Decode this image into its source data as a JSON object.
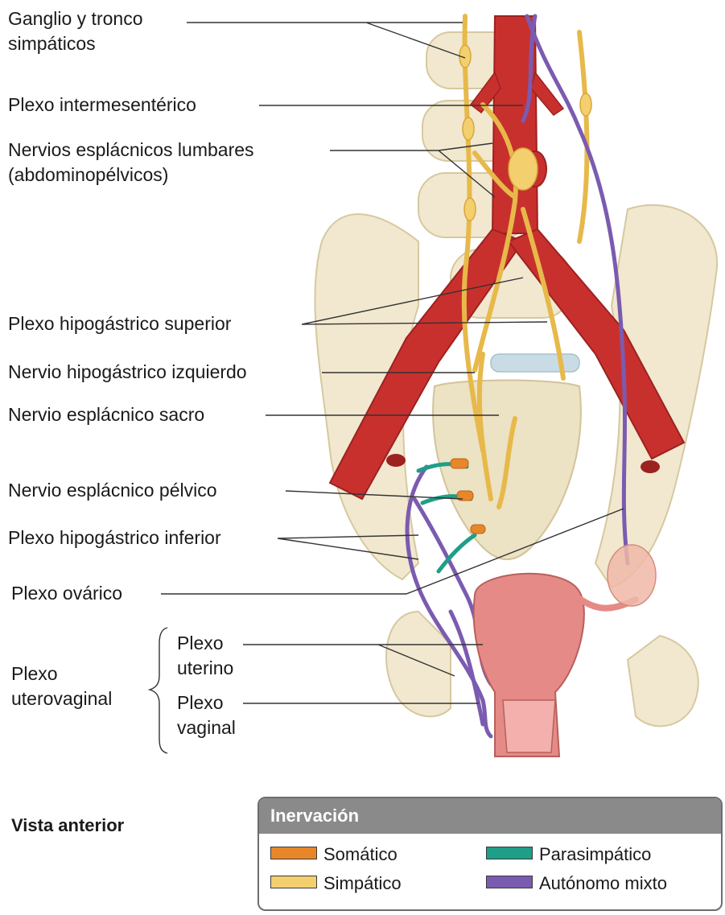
{
  "labels": {
    "ganglio_l1": "Ganglio y tronco",
    "ganglio_l2": "simpáticos",
    "plexo_intermesenterico": "Plexo intermesentérico",
    "nervios_esplacnicos_l1": "Nervios esplácnicos lumbares",
    "nervios_esplacnicos_l2": "(abdominopélvicos)",
    "plexo_hipogastrico_superior": "Plexo hipogástrico superior",
    "nervio_hipogastrico_izquierdo": "Nervio hipogástrico izquierdo",
    "nervio_esplacnico_sacro": "Nervio esplácnico sacro",
    "nervio_esplacnico_pelvico": "Nervio esplácnico pélvico",
    "plexo_hipogastrico_inferior": "Plexo hipogástrico inferior",
    "plexo_ovarico": "Plexo ovárico",
    "plexo_uterovaginal_l1": "Plexo",
    "plexo_uterovaginal_l2": "uterovaginal",
    "plexo_uterino_l1": "Plexo",
    "plexo_uterino_l2": "uterino",
    "plexo_vaginal_l1": "Plexo",
    "plexo_vaginal_l2": "vaginal"
  },
  "view_label": "Vista anterior",
  "legend": {
    "title": "Inervación",
    "items": [
      {
        "label": "Somático",
        "color": "#e8862a"
      },
      {
        "label": "Simpático",
        "color": "#f3cf6e"
      },
      {
        "label": "Parasimpático",
        "color": "#1f9e88"
      },
      {
        "label": "Autónomo mixto",
        "color": "#7b5bb0"
      }
    ]
  },
  "colors": {
    "bone": "#f1e8cf",
    "bone_shade": "#ddd1ad",
    "artery": "#c8302e",
    "artery_dark": "#9c2220",
    "uterus": "#e58a86",
    "ovary": "#f0b8a8",
    "leader_line": "#333333"
  }
}
